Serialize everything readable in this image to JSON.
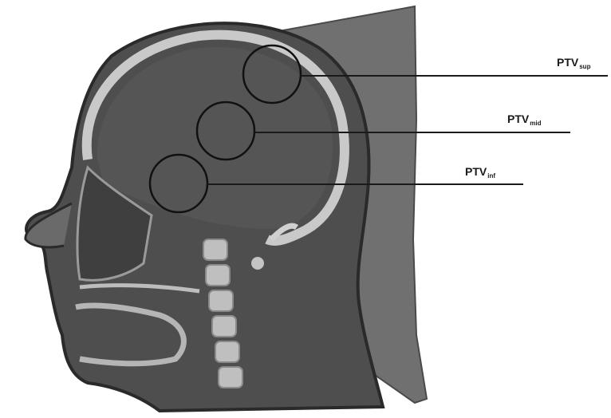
{
  "annotations": [
    {
      "id": "sup",
      "base": "PTV",
      "subscript": "sup"
    },
    {
      "id": "mid",
      "base": "PTV",
      "subscript": "mid"
    },
    {
      "id": "inf",
      "base": "PTV",
      "subscript": "inf"
    }
  ],
  "colors": {
    "background": "#ffffff",
    "tissue": "#5c5c5c",
    "bone": "#c7c7c7",
    "mask": "#6e6e6e",
    "outline": "#111111"
  }
}
